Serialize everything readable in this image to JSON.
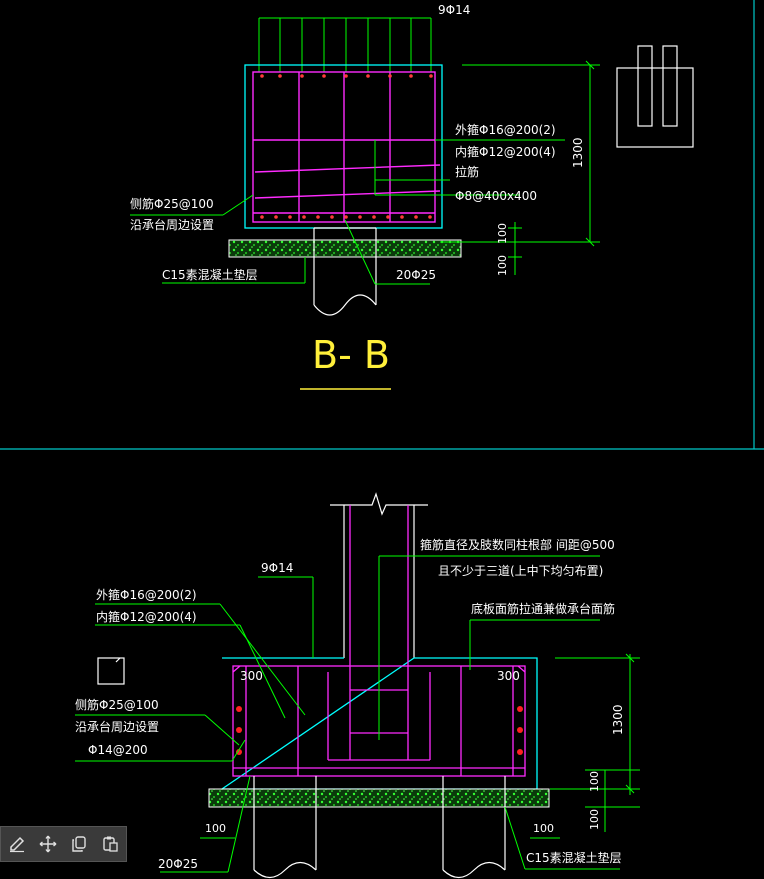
{
  "colors": {
    "steel": "#ff2bff",
    "concrete": "#00ffff",
    "leader": "#00ff00",
    "rebar_dot": "#ff2020",
    "title": "#ffef3a",
    "frame": "#00c8c8"
  },
  "section_bb": {
    "title": "B- B",
    "top_bars": "9Φ14",
    "outer_stirrup": "外箍Φ16@200(2)",
    "inner_stirrup": "内箍Φ12@200(4)",
    "tie_label": "拉筋",
    "tie_spec": "Φ8@400x400",
    "side_bars": "侧筋Φ25@100",
    "side_note": "沿承台周边设置",
    "bottom_bars": "20Φ25",
    "cushion": "C15素混凝土垫层",
    "height": "1300",
    "dim_100_a": "100",
    "dim_100_b": "100"
  },
  "elevation": {
    "column_note_1": "箍筋直径及肢数同柱根部 间距@500",
    "column_note_2": "且不少于三道(上中下均匀布置)",
    "top_bars": "9Φ14",
    "outer_stirrup": "外箍Φ16@200(2)",
    "inner_stirrup": "内箍Φ12@200(4)",
    "bottom_note": "底板面筋拉通兼做承台面筋",
    "dim_300_left": "300",
    "dim_300_right": "300",
    "side_bars": "侧筋Φ25@100",
    "side_note": "沿承台周边设置",
    "tie_bars": "Φ14@200",
    "height": "1300",
    "dim_100_left": "100",
    "dim_100_right": "100",
    "dim_100_r1": "100",
    "dim_100_r2": "100",
    "bottom_bars": "20Φ25",
    "cushion": "C15素混凝土垫层"
  },
  "toolbar": {
    "items": [
      "edit-icon",
      "move-icon",
      "copy-icon",
      "paste-icon"
    ]
  }
}
